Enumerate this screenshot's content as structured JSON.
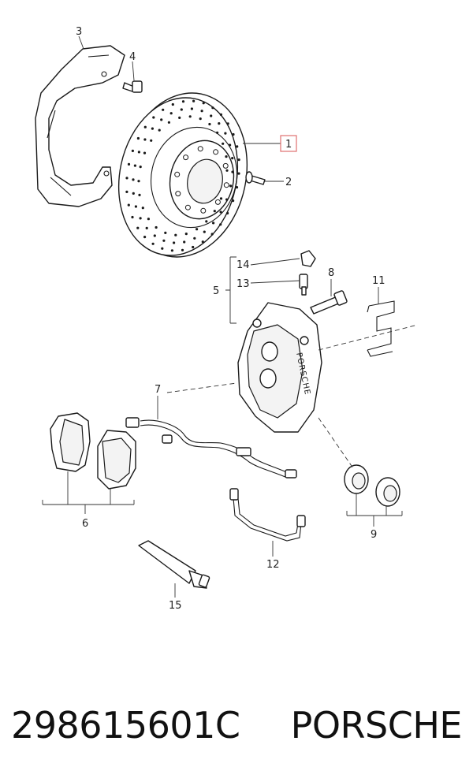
{
  "diagram": {
    "callouts": {
      "c1": "1",
      "c2": "2",
      "c3": "3",
      "c4": "4",
      "c5": "5",
      "c6": "6",
      "c7": "7",
      "c8": "8",
      "c9": "9",
      "c11": "11",
      "c12": "12",
      "c13": "13",
      "c14": "14",
      "c15": "15"
    },
    "caliper_brand": "PORSCHE",
    "highlight_color": "#e07070"
  },
  "footer": {
    "part_number": "298615601C",
    "brand": "PORSCHE"
  }
}
